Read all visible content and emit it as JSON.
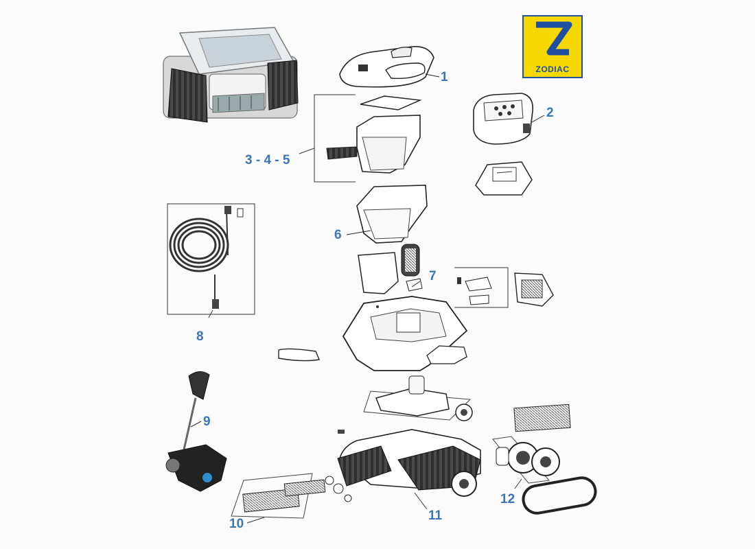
{
  "brand": {
    "name": "ZODIAC",
    "colors": {
      "logo_background": "#f5d800",
      "logo_blue": "#1f4fa0",
      "callout_blue": "#3b76b0"
    }
  },
  "callouts": {
    "c1": "1",
    "c2": "2",
    "c345": "3 - 4 - 5",
    "c6": "6",
    "c7": "7",
    "c8": "8",
    "c9": "9",
    "c10": "10",
    "c11": "11",
    "c12": "12"
  }
}
